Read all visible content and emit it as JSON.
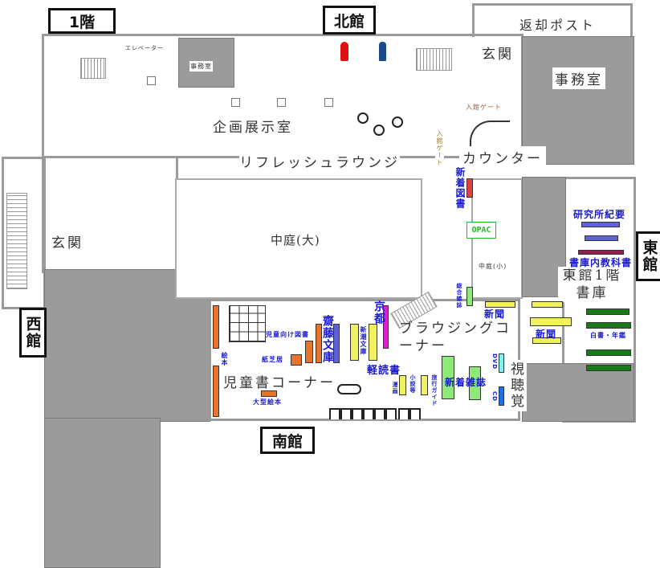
{
  "floor_label": "1階",
  "wings": {
    "north": "北館",
    "east": "東館",
    "west": "西館",
    "south": "南館"
  },
  "rooms": {
    "elevator": "エレベーター",
    "office_small": "事務室",
    "office_large": "事務室",
    "exhibition": "企画展示室",
    "refresh_lounge": "リフレッシュラウンジ",
    "return_post": "返却ポスト",
    "entrance_north": "玄関",
    "entrance_west": "玄関",
    "gate_north": "入館ゲート",
    "gate_side": "入館ゲート",
    "counter": "カウンター",
    "courtyard_large": "中庭(大)",
    "courtyard_small": "中庭(小)",
    "browsing_corner": "ブラウジングコーナー",
    "childrens_corner": "児童書コーナー",
    "av_room": "視聴覚",
    "east_stacks": "東館1階書庫"
  },
  "sections": {
    "new_books": "新着図書",
    "opac": "OPAC",
    "general_magazines": "総合雑誌",
    "newspaper_1": "新聞",
    "newspaper_2": "新聞",
    "research_bulletins": "研究所紀要",
    "textbooks": "書庫内教科書",
    "white_papers": "白書・年鑑",
    "dvd": "DVD",
    "cd": "CD",
    "new_magazines": "新着雑誌",
    "saito_bunko": "齋藤文庫",
    "kyoto": "京都",
    "light_reading": "軽読書",
    "shincho_bunko": "新潮文庫",
    "childrens_books": "児童向け図書",
    "kamishibai": "紙芝居",
    "picture_books": "絵本",
    "large_picture_books": "大型絵本",
    "manga": "漫画",
    "novels": "小説等",
    "travel_guides": "旅行ガイド"
  },
  "colors": {
    "office": "#9b9b9b",
    "label_blue": "#1a1ad0",
    "opac_green": "#22bb22",
    "childrens_shelf": "#e8742a",
    "saito_shelf": "#6060d8",
    "light_reading_shelf": "#f0f060",
    "kyoto_shelf": "#e020d0",
    "magazine_shelf": "#8ee87a",
    "white_paper_shelf": "#1a7a1a",
    "new_books_shelf": "#e04040",
    "male_restroom": "#1a4a8a",
    "female_restroom": "#e01010"
  }
}
